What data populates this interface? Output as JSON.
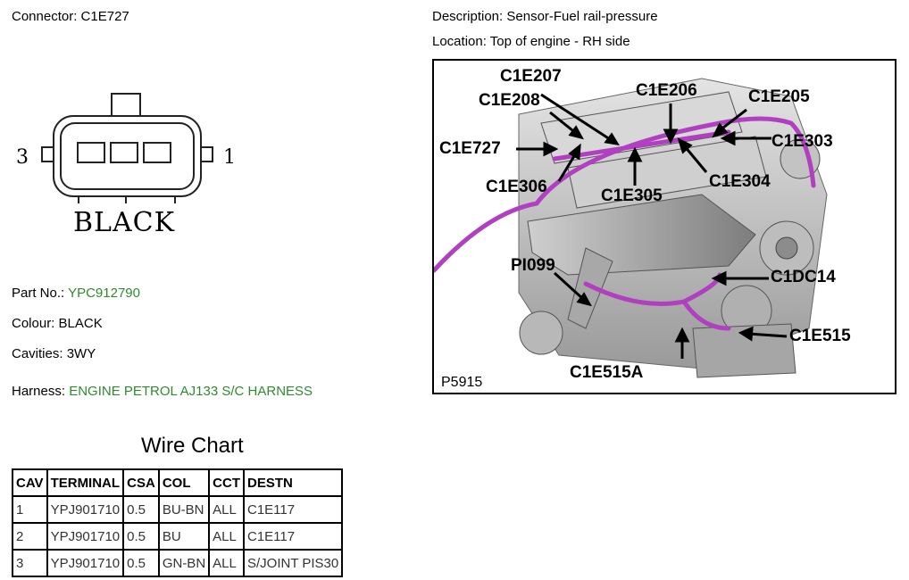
{
  "connector": {
    "label": "Connector:",
    "value": "C1E727",
    "color_text": "BLACK",
    "pin_left": "3",
    "pin_right": "1"
  },
  "description": {
    "label": "Description:",
    "value": "Sensor-Fuel rail-pressure"
  },
  "location": {
    "label": "Location:",
    "value": "Top of engine - RH side"
  },
  "part_no": {
    "label": "Part No.:",
    "value": "YPC912790"
  },
  "colour": {
    "label": "Colour:",
    "value": "BLACK"
  },
  "cavities": {
    "label": "Cavities:",
    "value": "3WY"
  },
  "harness": {
    "label": "Harness:",
    "value": "ENGINE PETROL AJ133 S/C HARNESS"
  },
  "wire_chart": {
    "title": "Wire Chart",
    "headers": [
      "CAV",
      "TERMINAL",
      "CSA",
      "COL",
      "CCT",
      "DESTN"
    ],
    "rows": [
      [
        "1",
        "YPJ901710",
        "0.5",
        "BU-BN",
        "ALL",
        "C1E117"
      ],
      [
        "2",
        "YPJ901710",
        "0.5",
        "BU",
        "ALL",
        "C1E117"
      ],
      [
        "3",
        "YPJ901710",
        "0.5",
        "GN-BN",
        "ALL",
        "S/JOINT PIS30"
      ]
    ]
  },
  "engine_image": {
    "image_code": "P5915",
    "callouts": [
      "C1E207",
      "C1E208",
      "C1E206",
      "C1E205",
      "C1E727",
      "C1E303",
      "C1E306",
      "C1E305",
      "C1E304",
      "PI099",
      "C1DC14",
      "C1E515",
      "C1E515A"
    ],
    "harness_color": "#b040c0"
  }
}
